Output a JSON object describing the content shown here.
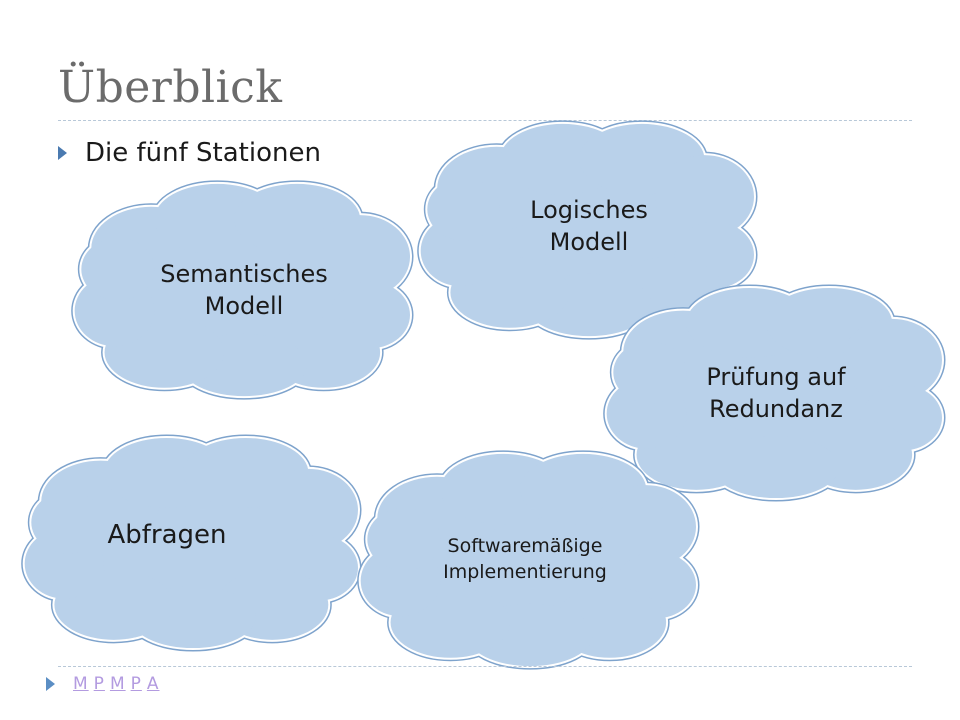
{
  "slide": {
    "title": "Überblick",
    "bullet": "Die fünf Stationen"
  },
  "colors": {
    "cloud_fill": "#b9d1ea",
    "cloud_stroke": "#7ea3cc",
    "cloud_outline": "#ffffff",
    "accent": "#4a7ab0",
    "link": "#b39be0"
  },
  "clouds": [
    {
      "id": "semantic",
      "label": "Semantisches\nModell"
    },
    {
      "id": "logical",
      "label": "Logisches\nModell"
    },
    {
      "id": "redundancy",
      "label": "Prüfung auf\nRedundanz"
    },
    {
      "id": "queries",
      "label": "Abfragen"
    },
    {
      "id": "software",
      "label": "Softwaremäßige\nImplementierung"
    }
  ],
  "footer": {
    "icon": "triangle-right-icon",
    "links": [
      "M",
      "P",
      "M",
      "P",
      "A"
    ]
  }
}
